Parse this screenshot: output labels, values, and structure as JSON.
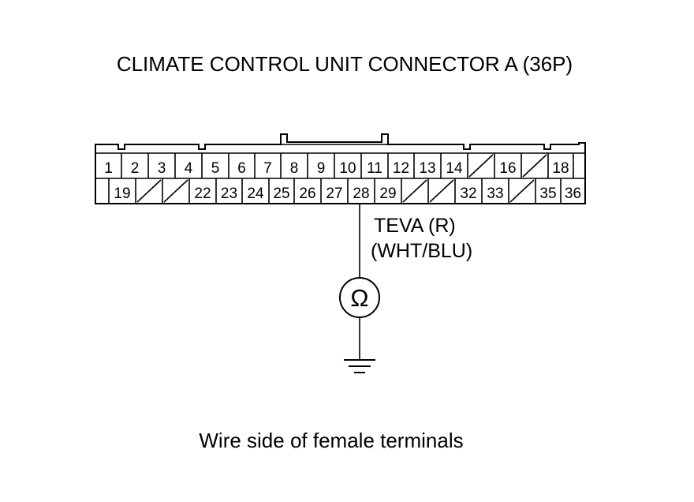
{
  "title": "CLIMATE CONTROL UNIT CONNECTOR A (36P)",
  "connector": {
    "top_row": [
      "1",
      "2",
      "3",
      "4",
      "5",
      "6",
      "7",
      "8",
      "9",
      "10",
      "11",
      "12",
      "13",
      "14",
      "",
      "16",
      "",
      "18",
      ""
    ],
    "bottom_row": [
      "",
      "19",
      "",
      "",
      "22",
      "23",
      "24",
      "25",
      "26",
      "27",
      "28",
      "29",
      "",
      "",
      "32",
      "33",
      "",
      "35",
      "36"
    ],
    "top_blank_slots": [
      14,
      16
    ],
    "bottom_blank_slots": [
      2,
      3,
      12,
      13,
      16
    ]
  },
  "probe": {
    "pin": "28",
    "label_line1": "TEVA (R)",
    "label_line2": "(WHT/BLU)",
    "meter_symbol": "Ω",
    "meter_icon": "ohmmeter-icon",
    "ground_icon": "ground-icon"
  },
  "caption": "Wire side of female terminals"
}
